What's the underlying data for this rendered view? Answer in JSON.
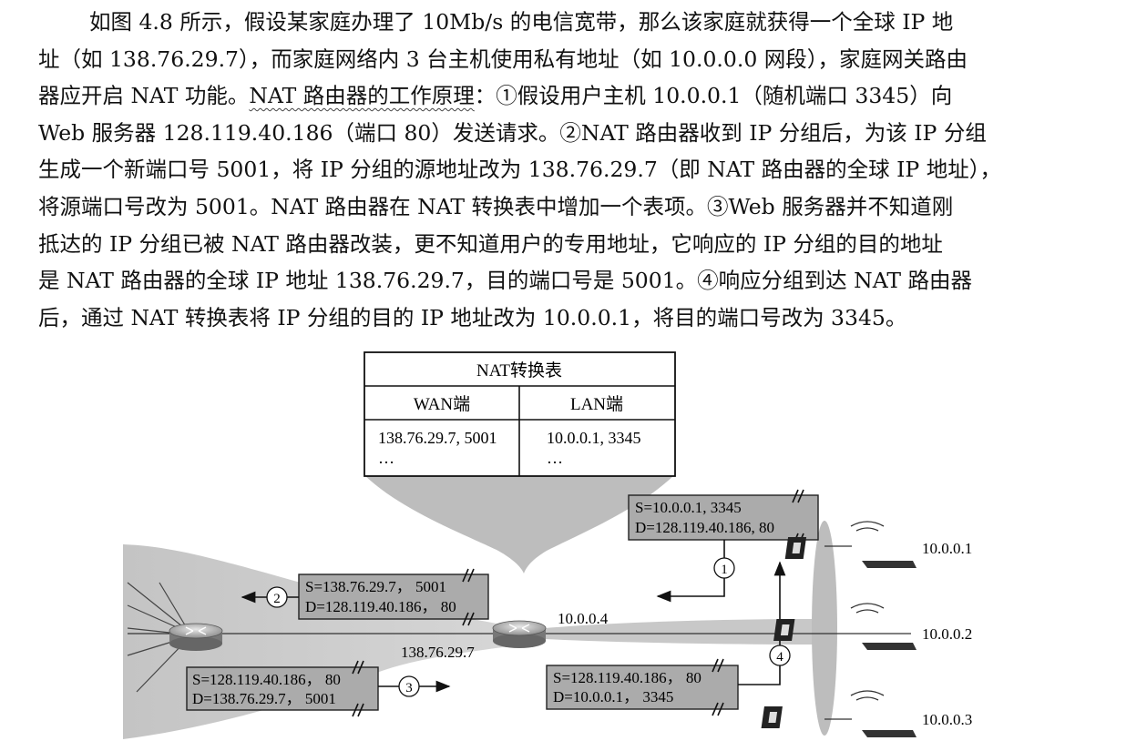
{
  "paragraph": {
    "lines": [
      "如图 4.8 所示，假设某家庭办理了 10Mb/s 的电信宽带，那么该家庭就获得一个全球 IP 地",
      "址（如 138.76.29.7），而家庭网络内 3 台主机使用私有地址（如 10.0.0.0 网段），家庭网关路由",
      "器应开启 NAT 功能。",
      "NAT 路由器的工作原理",
      "：①假设用户主机 10.0.0.1（随机端口 3345）向",
      "Web 服务器 128.119.40.186（端口 80）发送请求。②NAT 路由器收到 IP 分组后，为该 IP 分组",
      "生成一个新端口号 5001，将 IP 分组的源地址改为 138.76.29.7（即 NAT 路由器的全球 IP 地址），",
      "将源端口号改为 5001。NAT 路由器在 NAT 转换表中增加一个表项。③Web 服务器并不知道刚",
      "抵达的 IP 分组已被 NAT 路由器改装，更不知道用户的专用地址，它响应的 IP 分组的目的地址",
      "是 NAT 路由器的全球 IP 地址 138.76.29.7，目的端口号是 5001。④响应分组到达 NAT 路由器",
      "后，通过 NAT 转换表将 IP 分组的目的 IP 地址改为 10.0.0.1，将目的端口号改为 3345。"
    ]
  },
  "nat_table": {
    "title": "NAT转换表",
    "col_wan": "WAN端",
    "col_lan": "LAN端",
    "wan_entry": "138.76.29.7, 5001",
    "lan_entry": "10.0.0.1, 3345",
    "ellipsis": "…"
  },
  "packets": {
    "p1_s": "S=10.0.0.1, 3345",
    "p1_d": "D=128.119.40.186, 80",
    "p2_s": "S=138.76.29.7， 5001",
    "p2_d": "D=128.119.40.186， 80",
    "p3_s": "S=128.119.40.186， 80",
    "p3_d": "D=138.76.29.7， 5001",
    "p4_s": "S=128.119.40.186， 80",
    "p4_d": "D=10.0.0.1， 3345"
  },
  "steps": {
    "s1": "1",
    "s2": "2",
    "s3": "3",
    "s4": "4"
  },
  "labels": {
    "router_lan_ip": "10.0.0.4",
    "router_wan_ip": "138.76.29.7",
    "host1": "10.0.0.1",
    "host2": "10.0.0.2",
    "host3": "10.0.0.3"
  }
}
